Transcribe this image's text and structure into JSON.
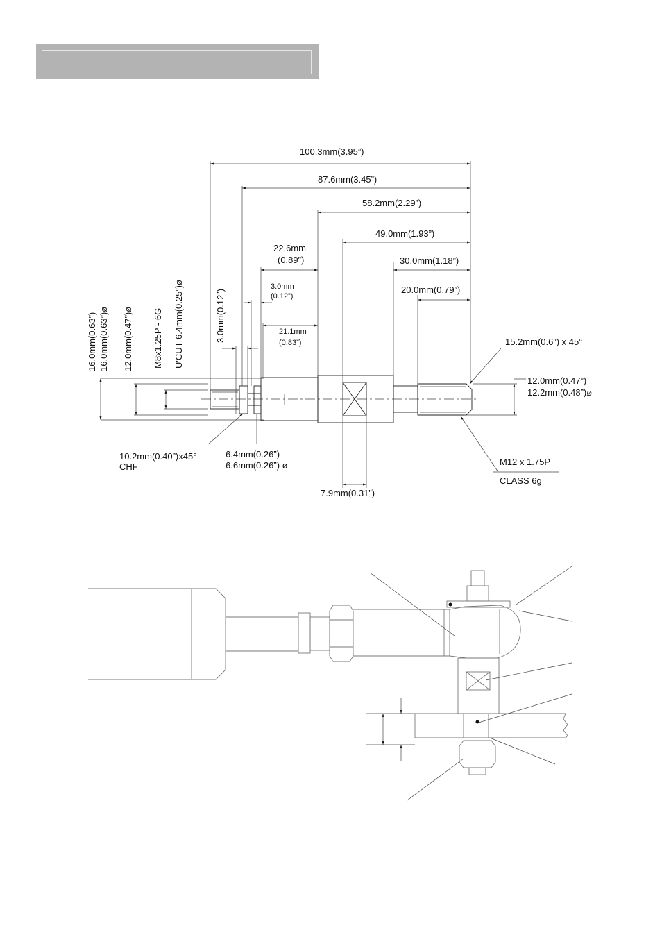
{
  "drawing": {
    "dims": {
      "overall_length": "100.3mm(3.95”)",
      "length_87": "87.6mm(3.45”)",
      "length_58": "58.2mm(2.29”)",
      "length_49": "49.0mm(1.93”)",
      "length_22_a": "22.6mm",
      "length_22_b": "(0.89”)",
      "length_3_a": "3.0mm",
      "length_3_b": "(0.12”)",
      "length_30": "30.0mm(1.18”)",
      "length_20": "20.0mm(0.79”)",
      "length_21_a": "21.1mm",
      "length_21_b": "(0.83”)",
      "chamfer_right": "15.2mm(0.6”) x 45°",
      "dia_12_0": "12.0mm(0.47”)",
      "dia_12_2": "12.2mm(0.48”)ø",
      "thread_right_a": "M12 x 1.75P",
      "thread_right_b": "CLASS 6g",
      "square": "7.9mm(0.31”)",
      "undercut_a": "6.4mm(0.26”)",
      "undercut_b": "6.6mm(0.26”) ø",
      "chamfer_left_a": "10.2mm(0.40”)x45°",
      "chamfer_left_b": "CHF",
      "v_16a": "16.0mm(0.63”)",
      "v_16b": "16.0mm(0.63”)ø",
      "v_12": "12.0mm(0.47”)ø",
      "v_m8": "M8x1.25P - 6G",
      "v_ucut": "U'CUT 6.4mm(0.25”)ø",
      "v_3": "3.0mm(0.12”)"
    }
  }
}
